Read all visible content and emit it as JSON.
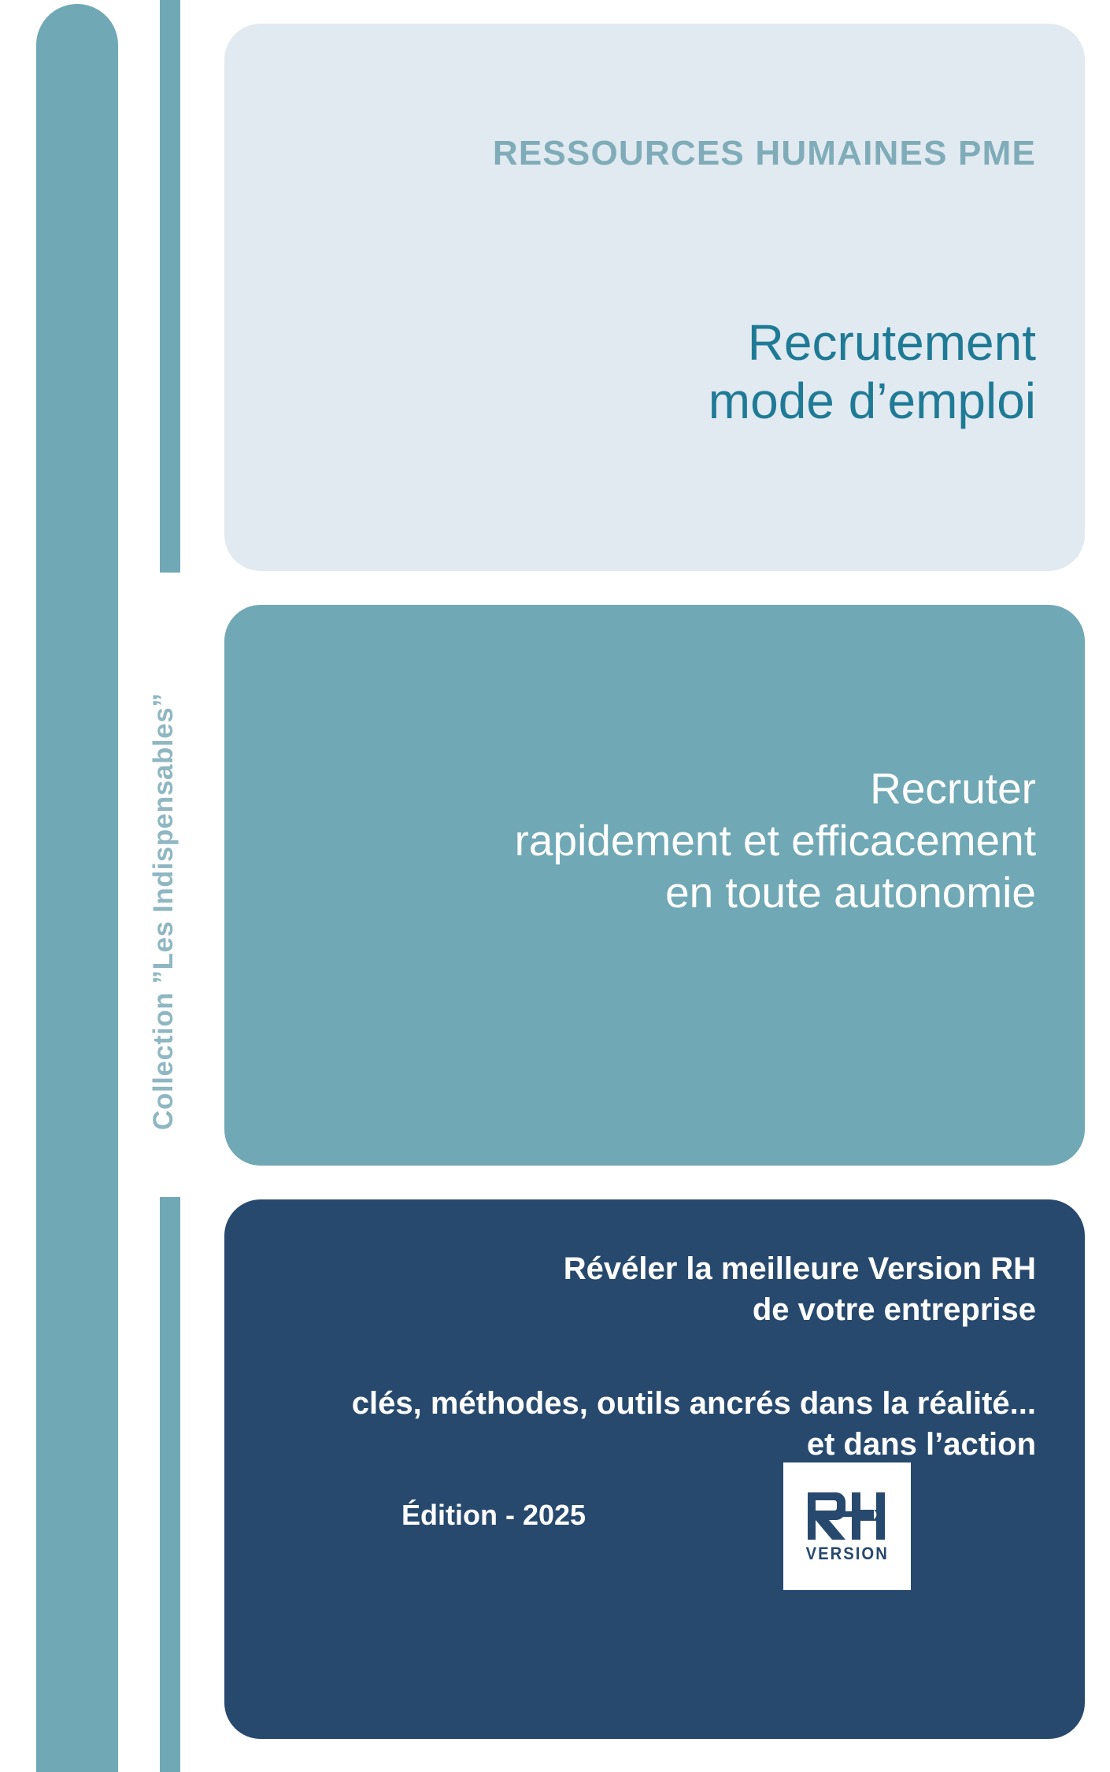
{
  "document": {
    "type": "book-cover",
    "language": "fr"
  },
  "spine": {
    "collection_label": "Collection ”Les Indispensables”"
  },
  "top_panel": {
    "eyebrow": "RESSOURCES HUMAINES PME",
    "title_line1": "Recrutement",
    "title_line2": "mode d’emploi"
  },
  "mid_panel": {
    "subtitle_line1": "Recruter",
    "subtitle_line2": "rapidement et efficacement",
    "subtitle_line3": "en toute autonomie"
  },
  "bottom_panel": {
    "tagline_line1": "Révéler la meilleure Version RH",
    "tagline_line2": "de votre entreprise",
    "blurb_line1": "clés, méthodes, outils ancrés dans la réalité...",
    "blurb_line2": "et dans l’action",
    "edition": "Édition - 2025",
    "logo": {
      "mark": "RH",
      "word": "VERSION"
    }
  },
  "colors": {
    "page_background": "#FFFFFF",
    "teal_bar": "#70A8B5",
    "light_panel": "#E1EAF0",
    "mid_panel": "#70A8B5",
    "dark_panel": "#27496D",
    "eyebrow_text": "#7FACB8",
    "title_text": "#1F7A96",
    "white_text": "#FFFFFF",
    "collection_text": "#8FB7C2"
  }
}
